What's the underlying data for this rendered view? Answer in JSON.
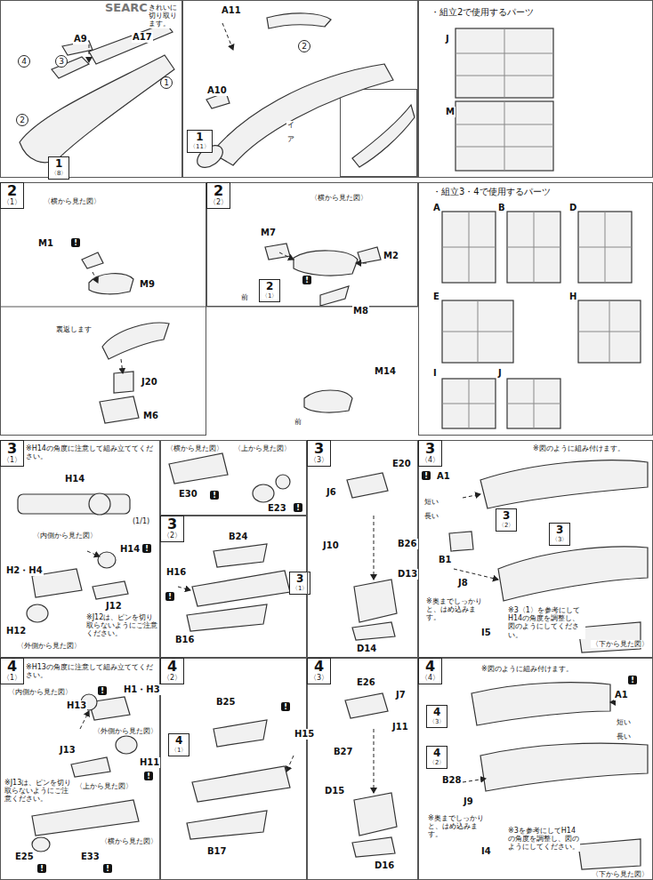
{
  "diagram": {
    "nodes": [
      {
        "text": [
          "1",
          "〈8〉"
        ]
      },
      {
        "text": [
          "1",
          "〈11〉"
        ]
      },
      {
        "text": [
          "2",
          "〈1〉"
        ]
      },
      {
        "text": [
          "2",
          "〈2〉"
        ]
      },
      {
        "text": [
          "2",
          "〈1〉"
        ],
        "in": 3
      },
      {
        "text": [
          "3",
          "〈1〉"
        ]
      },
      {
        "text": [
          "3",
          "〈2〉"
        ]
      },
      {
        "text": [
          "3",
          "〈1〉"
        ],
        "in": 6
      },
      {
        "text": [
          "3",
          "〈3〉"
        ]
      },
      {
        "text": [
          "3",
          "〈4〉"
        ]
      },
      {
        "text": [
          "3",
          "〈2〉"
        ],
        "in": 9
      },
      {
        "text": [
          "3",
          "〈3〉"
        ],
        "in": 9
      },
      {
        "text": [
          "4",
          "〈1〉"
        ]
      },
      {
        "text": [
          "4",
          "〈2〉"
        ]
      },
      {
        "text": [
          "4",
          "〈1〉"
        ],
        "in": 13
      },
      {
        "text": [
          "4",
          "〈3〉"
        ]
      },
      {
        "text": [
          "4",
          "〈4〉"
        ]
      },
      {
        "text": [
          "4",
          "〈3〉"
        ],
        "in": 16
      },
      {
        "text": [
          "4",
          "〈2〉"
        ],
        "in": 16
      }
    ],
    "labels": [
      "SEARCH",
      "きれいに 切り取ります。",
      "A9",
      "A17",
      "4",
      "3",
      "2",
      "1",
      "A11",
      "A10",
      "2",
      "ア",
      "イ",
      "・組立2で使用するパーツ",
      "J",
      "M",
      "〈横から見た図〉",
      "M1",
      "!",
      "M9",
      "裏返します",
      "J20",
      "M6",
      "〈横から見た図〉",
      "M7",
      "M2",
      "前",
      "!",
      "M8",
      "M14",
      "前",
      "・組立3・4で使用するパーツ",
      "A",
      "B",
      "D",
      "E",
      "H",
      "I",
      "J",
      "※H14の角度に注意して組み立ててください。",
      "H14",
      "(1/1)",
      "〈内側から見た図〉",
      "H14",
      "!",
      "H2・H4",
      "H12",
      "J12",
      "〈外側から見た図〉",
      "※J12は、ピンを切り取らないようにご注意ください。",
      "〈上から見た図〉",
      "〈横から見た図〉",
      "E30",
      "!",
      "E23",
      "!",
      "B24",
      "H16",
      "!",
      "B16",
      "E20",
      "J6",
      "J10",
      "B26",
      "D13",
      "D14",
      "※図のように組み付けます。",
      "!",
      "A1",
      "短い",
      "長い",
      "B1",
      "J8",
      "※奥までしっかりと、はめ込みます。",
      "I5",
      "※3〈1〉を参考にしてH14の角度を調整し、図のようにしてください。",
      "〈下から見た図〉",
      "※H13の角度に注意して組み立ててください。",
      "〈内側から見た図〉",
      "H13",
      "!",
      "H1・H3",
      "J13",
      "〈外側から見た図〉",
      "H11",
      "!",
      "※J13は、ピンを切り取らないようにご注意ください。",
      "〈上から見た図〉",
      "E25",
      "!",
      "E33",
      "!",
      "〈横から見た図〉",
      "B25",
      "!",
      "H15",
      "B17",
      "E26",
      "J7",
      "J11",
      "B27",
      "D15",
      "D16",
      "※図のように組み付けます。",
      "!",
      "A1",
      "短い",
      "長い",
      "B28",
      "J9",
      "※奥までしっかりと、はめ込みます。",
      "I4",
      "※3を参考にしてH14の角度を調整し、図のようにしてください。",
      "〈下から見た図〉"
    ]
  }
}
